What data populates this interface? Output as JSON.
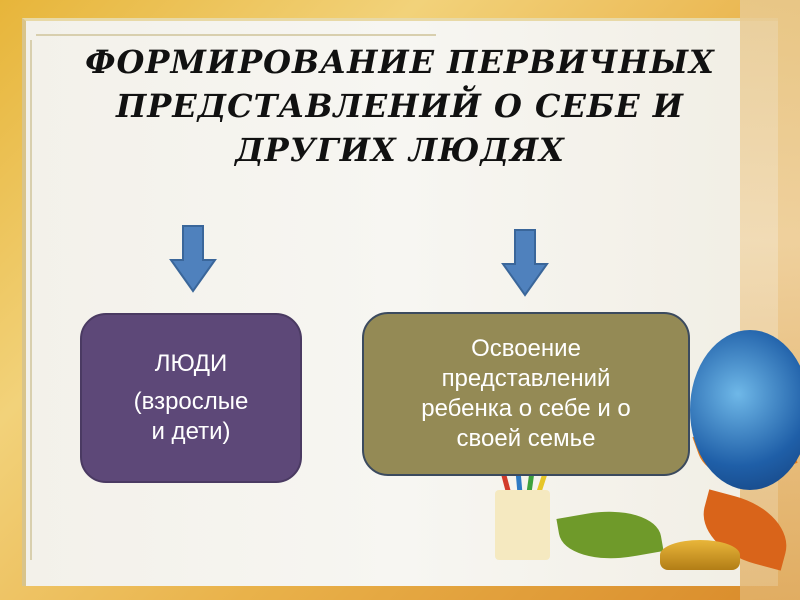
{
  "title": {
    "lines": [
      "ФОРМИРОВАНИЕ  ПЕРВИЧНЫХ",
      "ПРЕДСТАВЛЕНИЙ О СЕБЕ И",
      "ДРУГИХ ЛЮДЯХ"
    ]
  },
  "boxes": [
    {
      "lines": [
        "ЛЮДИ",
        "(взрослые",
        "и дети)"
      ],
      "color": "#5d4878"
    },
    {
      "lines": [
        "Освоение",
        "представлений",
        "ребенка о себе и о",
        "своей семье"
      ],
      "color": "#948a55"
    }
  ],
  "arrow_color": "#4f81bd"
}
